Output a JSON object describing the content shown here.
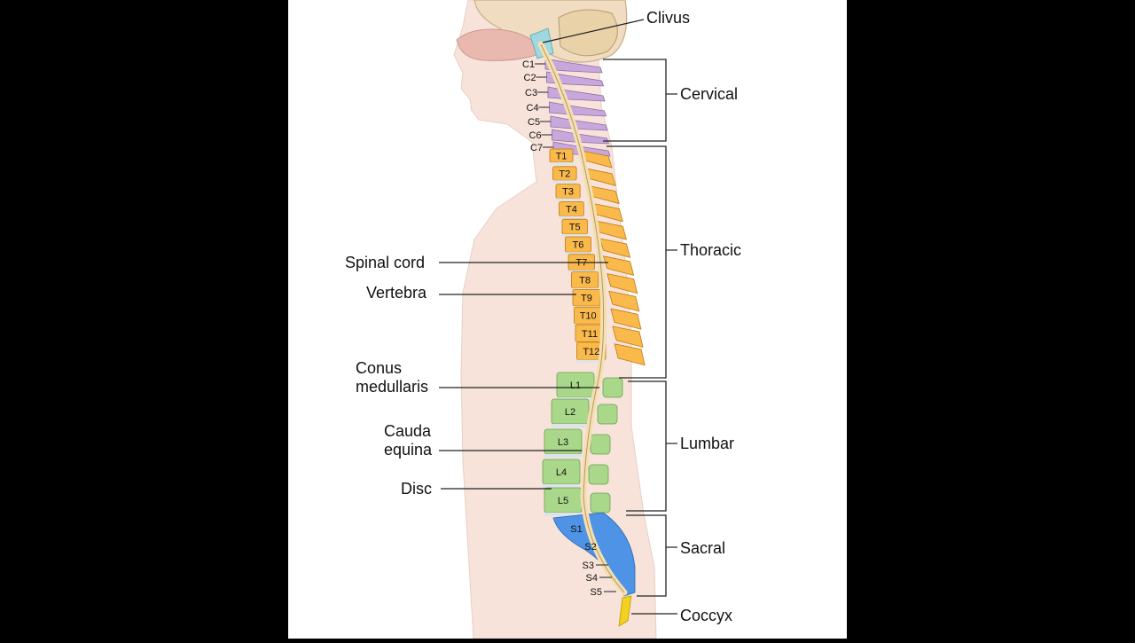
{
  "colors": {
    "cervical": "#c8a8dc",
    "thoracic": "#f9b94b",
    "lumbar": "#a9d88b",
    "sacral": "#4f93e6",
    "coccyx": "#f3d11f",
    "skin": "#f8e3da",
    "cord": "#f4dfb0",
    "brain": "#f0dcc0"
  },
  "labels": {
    "clivus": "Clivus",
    "cervical": "Cervical",
    "thoracic": "Thoracic",
    "lumbar": "Lumbar",
    "sacral": "Sacral",
    "coccyx": "Coccyx",
    "spinal_cord": "Spinal cord",
    "vertebra": "Vertebra",
    "conus_line1": "Conus",
    "conus_line2": "medullaris",
    "cauda_line1": "Cauda",
    "cauda_line2": "equina",
    "disc": "Disc"
  },
  "vertebrae": {
    "cervical": [
      "C1",
      "C2",
      "C3",
      "C4",
      "C5",
      "C6",
      "C7"
    ],
    "thoracic": [
      "T1",
      "T2",
      "T3",
      "T4",
      "T5",
      "T6",
      "T7",
      "T8",
      "T9",
      "T10",
      "T11",
      "T12"
    ],
    "lumbar": [
      "L1",
      "L2",
      "L3",
      "L4",
      "L5"
    ],
    "sacral": [
      "S1",
      "S2",
      "S3",
      "S4",
      "S5"
    ]
  }
}
